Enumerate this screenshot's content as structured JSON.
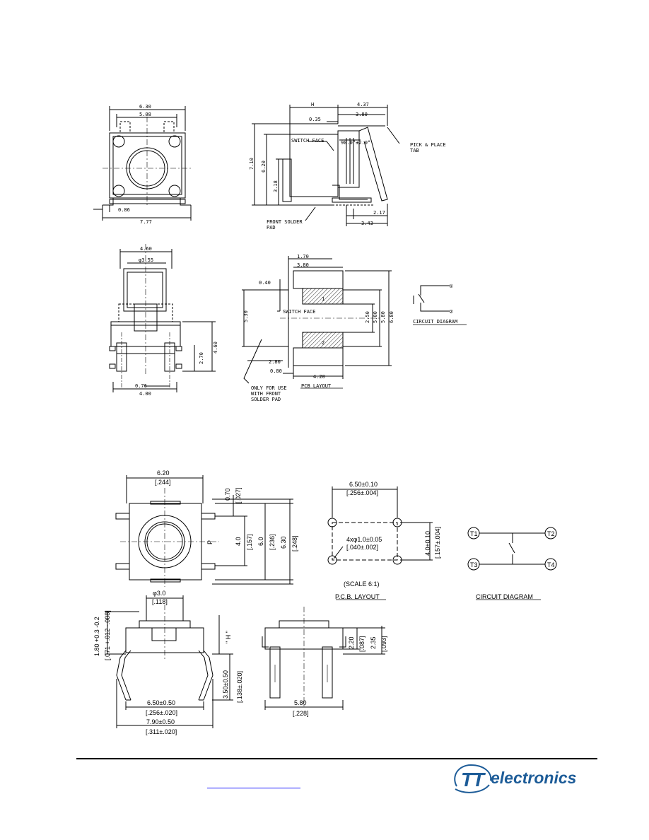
{
  "top_front": {
    "d_630": "6.30",
    "d_508": "5.08",
    "d_086": "0.86",
    "d_777": "7.77"
  },
  "top_side": {
    "d_h": "H",
    "d_437": "4.37",
    "d_035": "0.35",
    "d_380": "3.80",
    "d_710": "7.10",
    "d_620": "6.20",
    "d_318": "3.18",
    "d_angle": "90.0°±2.0°",
    "switch_face": "SWITCH FACE",
    "pick_place_1": "PICK & PLACE",
    "pick_place_2": "TAB",
    "front_solder_1": "FRONT SOLDER",
    "front_solder_2": "PAD",
    "d_217": "2.17",
    "d_343": "3.43"
  },
  "mid_left": {
    "d_460": "4.60",
    "d_phi355": "φ3.55",
    "d_270": "2.70",
    "d_460v": "4.60",
    "d_076": "0.76",
    "d_400": "4.00"
  },
  "pcb_top": {
    "d_170": "1.70",
    "d_380": "3.80",
    "d_040": "0.40",
    "d_530": "5.30",
    "switch_face": "SWITCH FACE",
    "d_250": "2.50",
    "d_500": "5.00",
    "d_580": "5.80",
    "d_680": "6.80",
    "pad1": "1",
    "pad2": "2",
    "d_280": "2.80",
    "d_080": "0.80",
    "d_420": "4.20",
    "title": "PCB LAYOUT",
    "note_1": "ONLY FOR USE",
    "note_2": "WITH FRONT",
    "note_3": "SOLDER PAD"
  },
  "circuit_top": {
    "pin1": "①",
    "pin2": "②",
    "title": "CIRCUIT DIAGRAM"
  },
  "bottom_front": {
    "d_620": "6.20",
    "d_244": "[.244]",
    "d_070": "0.70",
    "d_027": "[.027]",
    "d_40": "4.0",
    "d_157": "[.157]",
    "d_60": "6.0",
    "d_236": "[.236]",
    "d_630": "6.30",
    "d_248": "[.248]",
    "pin_label": "P"
  },
  "bottom_pcb": {
    "d_650": "6.50±0.10",
    "d_256": "[.256±.004]",
    "holes_1": "4xφ1.0±0.05",
    "holes_2": "[.040±.002]",
    "d_40v": "4.0±0.10",
    "d_157v": "[.157±.004]",
    "scale": "(SCALE 6:1)",
    "title": "P.C.B. LAYOUT"
  },
  "bottom_circuit": {
    "t1": "T1",
    "t2": "T2",
    "t3": "T3",
    "t4": "T4",
    "title": "CIRCUIT DIAGRAM"
  },
  "bottom_side": {
    "d_phi30": "φ3.0",
    "d_118": "[.118]",
    "d_180": "1.80 +0.3 -0.2",
    "d_071": "[.071 +.012 -.008]",
    "d_h": "\" H \"",
    "d_350": "3.50±0.50",
    "d_138": "[.138±.020]",
    "d_650": "6.50±0.50",
    "d_256": "[.256±.020]",
    "d_790": "7.90±0.50",
    "d_311": "[.311±.020]"
  },
  "bottom_end": {
    "d_220": "2.20",
    "d_087": "[.087]",
    "d_235": "2.35",
    "d_093": "[.093]",
    "d_580": "5.80",
    "d_228": "[.228]"
  },
  "footer": {
    "logo_text": "electronics",
    "link_text": "",
    "brand_color": "#1d5c98",
    "link_color": "#1a1aff"
  }
}
